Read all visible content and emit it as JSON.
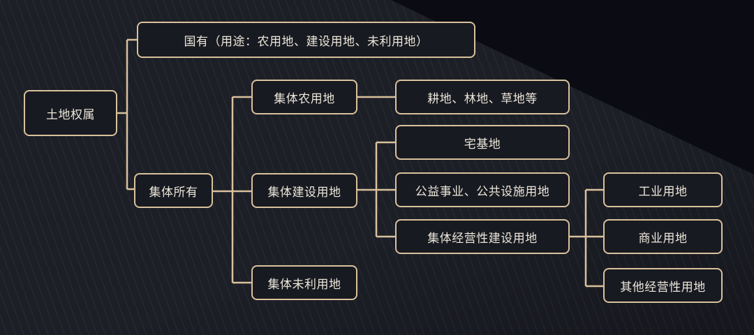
{
  "diagram": {
    "root": {
      "label": "土地权属"
    },
    "state_owned": {
      "label": "国有（用途：农用地、建设用地、未利用地）"
    },
    "collective": {
      "label": "集体所有"
    },
    "collective_agricultural": {
      "label": "集体农用地"
    },
    "agricultural_examples": {
      "label": "耕地、林地、草地等"
    },
    "collective_construction": {
      "label": "集体建设用地"
    },
    "homestead": {
      "label": "宅基地"
    },
    "public_facilities": {
      "label": "公益事业、公共设施用地"
    },
    "collective_commercial_construction": {
      "label": "集体经营性建设用地"
    },
    "industrial": {
      "label": "工业用地"
    },
    "commercial": {
      "label": "商业用地"
    },
    "other_commercial": {
      "label": "其他经营性用地"
    },
    "collective_unused": {
      "label": "集体未利用地"
    },
    "colors": {
      "border": "#d9c19c",
      "connector": "#d9c19c",
      "text": "#ece6da",
      "background": "#1c1e26"
    }
  }
}
